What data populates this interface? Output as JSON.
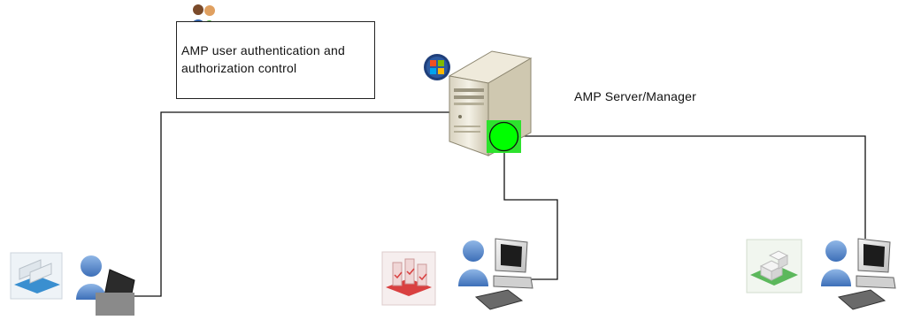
{
  "auth_box": {
    "text": "AMP user authentication and authorization control",
    "icon": "users-pair-icon"
  },
  "server": {
    "label": "AMP Server/Manager",
    "icon": "server-tower-icon",
    "os_badge": "windows-logo-icon",
    "status_indicator": "green-status-circle",
    "status_color": "#00ff00"
  },
  "clients": [
    {
      "app_icon": "blue-cubes-app-icon",
      "user_icon": "laptop-user-icon",
      "accent": "#3a8fd0"
    },
    {
      "app_icon": "red-app-icon",
      "user_icon": "desktop-user-icon",
      "accent": "#d94040"
    },
    {
      "app_icon": "green-cubes-app-icon",
      "user_icon": "desktop-user-icon",
      "accent": "#5cb85c"
    }
  ]
}
